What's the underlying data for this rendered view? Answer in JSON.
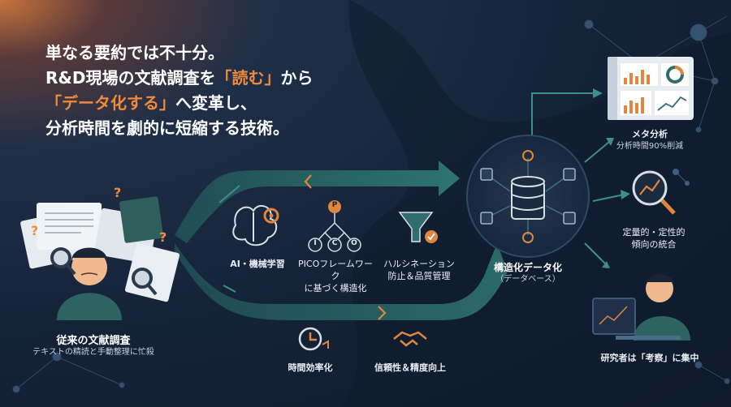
{
  "headline": {
    "line1": "単なる要約では不十分。",
    "line2_a": "R&D現場の文献調査を",
    "line2_b": "「読む」",
    "line2_c": "から",
    "line3_a": "「データ化する」",
    "line3_b": "へ変革し、",
    "line4": "分析時間を劇的に短縮する技術。"
  },
  "left": {
    "title": "従来の文献調査",
    "subtitle": "テキストの精読と手動整理に忙殺"
  },
  "process": {
    "ai_label": "AI・機械学習",
    "pico_label_1": "PICOフレームワーク",
    "pico_label_2": "に基づく構造化",
    "pico_p": "P",
    "pico_i": "I",
    "pico_c": "C",
    "pico_o": "O",
    "hallu_label_1": "ハルシネーション",
    "hallu_label_2": "防止＆品質管理",
    "time_label": "時間効率化",
    "trust_label": "信頼性＆精度向上"
  },
  "center": {
    "title": "構造化データ化",
    "subtitle": "（データベース）"
  },
  "outputs": {
    "meta_title": "メタ分析",
    "meta_sub": "分析時間90%削減",
    "trend_1": "定量的・定性的",
    "trend_2": "傾向の統合",
    "researcher": "研究者は「考察」に集中"
  },
  "colors": {
    "accent_orange": "#f08a3c",
    "teal": "#2f6d6e",
    "navy": "#142238"
  }
}
